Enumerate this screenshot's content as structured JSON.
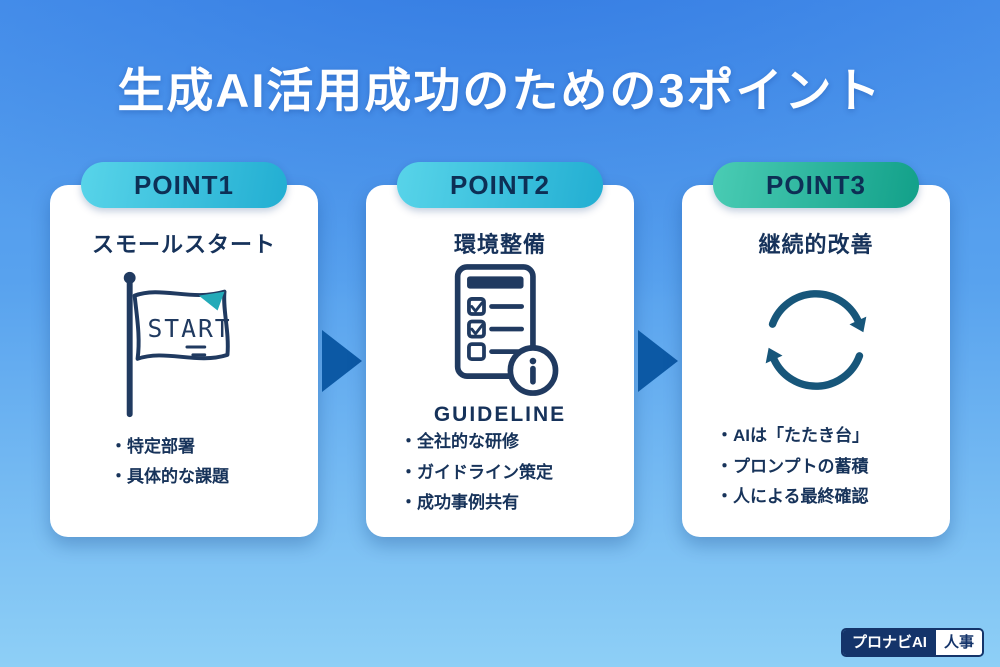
{
  "title": "生成AI活用成功のための3ポイント",
  "points": [
    {
      "badge": "POINT1",
      "heading": "スモールスタート",
      "icon": "start-flag-icon",
      "icon_label": "START",
      "bullets": [
        "・特定部署",
        "・具体的な課題"
      ]
    },
    {
      "badge": "POINT2",
      "heading": "環境整備",
      "icon": "guideline-checklist-icon",
      "icon_label": "GUIDELINE",
      "bullets": [
        "・全社的な研修",
        "・ガイドライン策定",
        "・成功事例共有"
      ]
    },
    {
      "badge": "POINT3",
      "heading": "継続的改善",
      "icon": "cycle-arrows-icon",
      "icon_label": "",
      "bullets": [
        "・AIは「たたき台」",
        "・プロンプトの蓄積",
        "・人による最終確認"
      ]
    }
  ],
  "footer": {
    "logo_primary": "プロナビAI",
    "logo_secondary": "人事"
  },
  "colors": {
    "background_top": "#3580e6",
    "background_bottom": "#8ecff6",
    "badge_cyan": "#35c1dd",
    "badge_teal": "#2bb7a1",
    "text_navy": "#16325a",
    "icon_navy": "#203a60",
    "accent_teal": "#23aab8",
    "cycle_blue": "#17567a",
    "arrow_blue": "#0c59a5",
    "card_white": "#ffffff"
  }
}
